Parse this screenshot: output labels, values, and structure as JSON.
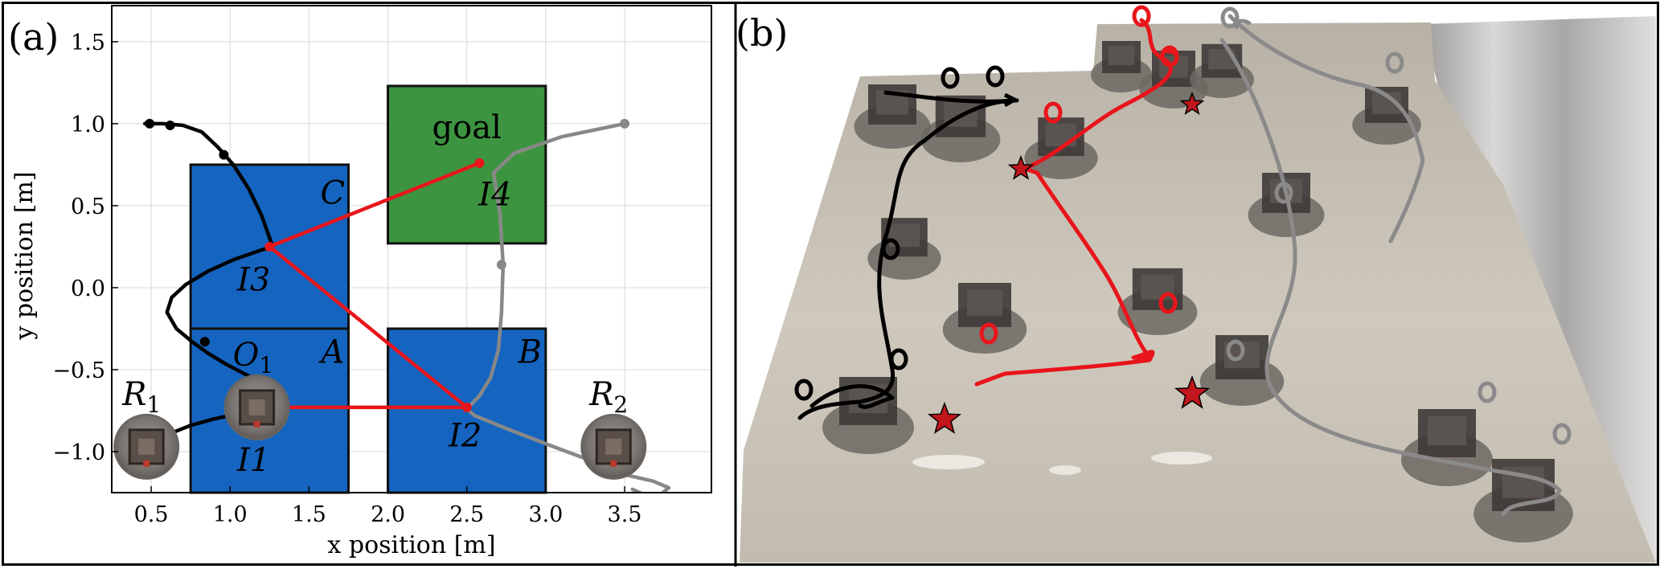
{
  "panel_a": {
    "label": "(a)",
    "chart_data": {
      "type": "line",
      "xlabel": "x position [m]",
      "ylabel": "y position [m]",
      "xlim": [
        0.25,
        4.05
      ],
      "ylim": [
        -1.25,
        1.72
      ],
      "xticks": [
        0.5,
        1.0,
        1.5,
        2.0,
        2.5,
        3.0,
        3.5
      ],
      "xtick_labels": [
        "0.5",
        "1.0",
        "1.5",
        "2.0",
        "2.5",
        "3.0",
        "3.5"
      ],
      "yticks": [
        -1.0,
        -0.5,
        0.0,
        0.5,
        1.0,
        1.5
      ],
      "ytick_labels": [
        "−1.0",
        "−0.5",
        "0.0",
        "0.5",
        "1.0",
        "1.5"
      ],
      "grid": true,
      "regions": [
        {
          "label": "C",
          "x0": 0.75,
          "x1": 1.75,
          "y0": -0.25,
          "y1": 0.75,
          "color": "#1565c0"
        },
        {
          "label": "A",
          "x0": 0.75,
          "x1": 1.75,
          "y0": -1.25,
          "y1": -0.25,
          "color": "#1565c0"
        },
        {
          "label": "B",
          "x0": 2.0,
          "x1": 3.0,
          "y0": -1.25,
          "y1": -0.25,
          "color": "#1565c0"
        },
        {
          "label": "goal",
          "x0": 2.0,
          "x1": 3.0,
          "y0": 0.27,
          "y1": 1.23,
          "color": "#3d9440"
        }
      ],
      "series": [
        {
          "color": "#000000",
          "x": [
            0.46,
            0.57,
            0.7,
            0.82,
            0.92,
            1.02,
            1.12,
            1.2,
            1.27,
            1.2,
            1.02,
            0.86,
            0.72,
            0.63,
            0.6,
            0.66,
            0.76,
            0.86,
            0.98,
            1.12,
            1.24,
            1.18,
            1.05,
            0.9,
            0.75,
            0.62,
            0.54
          ],
          "y": [
            1.0,
            1.0,
            0.99,
            0.95,
            0.86,
            0.75,
            0.6,
            0.44,
            0.25,
            0.23,
            0.17,
            0.1,
            0.02,
            -0.06,
            -0.15,
            -0.25,
            -0.33,
            -0.4,
            -0.47,
            -0.54,
            -0.6,
            -0.72,
            -0.77,
            -0.8,
            -0.84,
            -0.89,
            -0.97
          ]
        },
        {
          "color": "#888888",
          "x": [
            3.5,
            3.1,
            2.8,
            2.67,
            2.71,
            2.73,
            2.72,
            2.7,
            2.65,
            2.58,
            2.5,
            2.55,
            2.78,
            3.05,
            3.3,
            3.5,
            3.68,
            3.78,
            3.73,
            3.62,
            3.55
          ],
          "y": [
            1.0,
            0.92,
            0.82,
            0.7,
            0.45,
            0.14,
            -0.15,
            -0.38,
            -0.55,
            -0.66,
            -0.74,
            -0.78,
            -0.87,
            -0.97,
            -1.06,
            -1.14,
            -1.18,
            -1.22,
            -1.26,
            -1.26,
            -1.23
          ]
        },
        {
          "color": "#e8151b",
          "x": [
            1.25,
            1.25,
            2.5,
            2.5,
            1.25,
            2.58
          ],
          "y": [
            -0.73,
            -0.73,
            -0.73,
            -0.73,
            0.25,
            0.76
          ]
        }
      ],
      "markers": [
        {
          "x": 0.49,
          "y": 1.0,
          "color": "#000000"
        },
        {
          "x": 0.62,
          "y": 0.99,
          "color": "#000000"
        },
        {
          "x": 0.96,
          "y": 0.81,
          "color": "#000000"
        },
        {
          "x": 0.84,
          "y": -0.33,
          "color": "#000000"
        },
        {
          "x": 3.5,
          "y": 1.0,
          "color": "#888888"
        },
        {
          "x": 2.72,
          "y": 0.14,
          "color": "#888888"
        },
        {
          "x": 1.25,
          "y": 0.25,
          "color": "#e8151b"
        },
        {
          "x": 2.5,
          "y": -0.73,
          "color": "#e8151b"
        },
        {
          "x": 2.58,
          "y": 0.76,
          "color": "#e8151b"
        }
      ],
      "annotations": [
        {
          "text": "I1",
          "x": 1.15,
          "y": -1.05
        },
        {
          "text": "I2",
          "x": 2.49,
          "y": -0.9
        },
        {
          "text": "I3",
          "x": 1.15,
          "y": 0.05
        },
        {
          "text": "I4",
          "x": 2.68,
          "y": 0.57
        },
        {
          "text": "goal",
          "x": 2.5,
          "y": 0.98
        },
        {
          "text": "C",
          "x": 1.65,
          "y": 0.58
        },
        {
          "text": "A",
          "x": 1.65,
          "y": -0.39
        },
        {
          "text": "B",
          "x": 2.9,
          "y": -0.39
        }
      ],
      "robots": [
        {
          "label": "R",
          "sub": "1",
          "x": 0.47,
          "y": -0.97
        },
        {
          "label": "O",
          "sub": "1",
          "x": 1.17,
          "y": -0.73
        },
        {
          "label": "R",
          "sub": "2",
          "x": 3.43,
          "y": -0.97
        }
      ]
    }
  },
  "panel_b": {
    "label": "(b)"
  }
}
